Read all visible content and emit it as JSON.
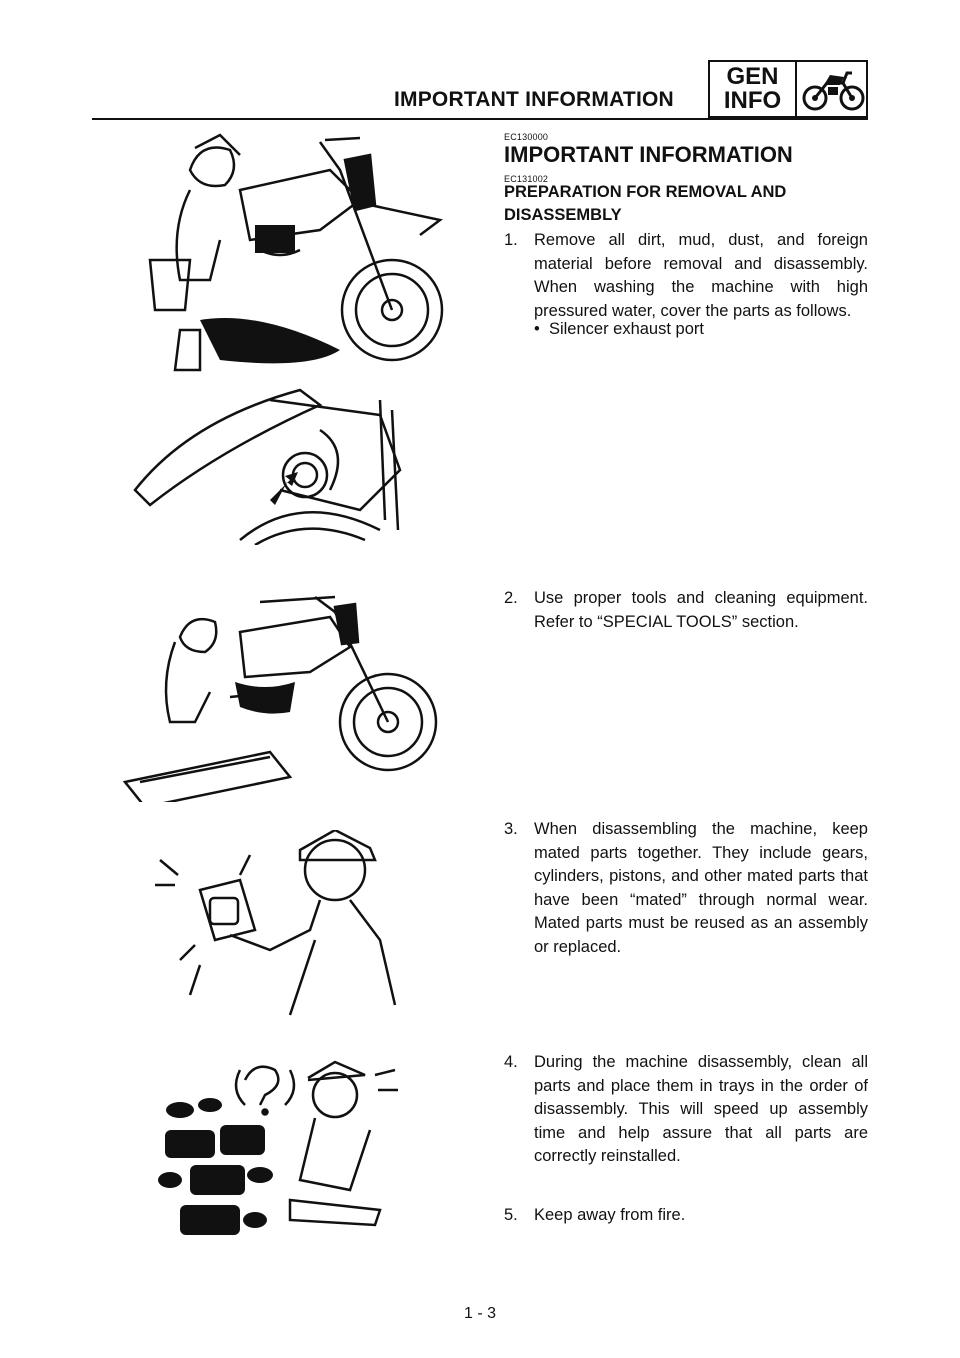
{
  "header": {
    "title": "IMPORTANT INFORMATION",
    "tag_line1": "GEN",
    "tag_line2": "INFO",
    "icon": "motorcycle-icon"
  },
  "section": {
    "code": "EC130000",
    "title": "IMPORTANT INFORMATION"
  },
  "subsection": {
    "code": "EC131002",
    "title": "PREPARATION FOR REMOVAL AND DISASSEMBLY"
  },
  "steps": [
    {
      "num": "1.",
      "text": "Remove all dirt, mud, dust, and foreign material before removal and disassembly. When washing the machine with high pressured water, cover the parts as follows.",
      "bullet": "Silencer exhaust port"
    },
    {
      "num": "2.",
      "text": "Use proper tools and cleaning equipment. Refer to “SPECIAL TOOLS” section."
    },
    {
      "num": "3.",
      "text": "When disassembling the machine, keep mated parts together. They include gears, cylinders, pistons, and other mated parts that have been “mated” through normal wear. Mated parts must be reused as an assembly or replaced."
    },
    {
      "num": "4.",
      "text": "During the machine disassembly, clean all parts and place them in trays in the order of disassembly. This will speed up assembly time and help assure that all parts are correctly reinstalled."
    },
    {
      "num": "5.",
      "text": "Keep away from fire."
    }
  ],
  "page_number": "1 - 3"
}
